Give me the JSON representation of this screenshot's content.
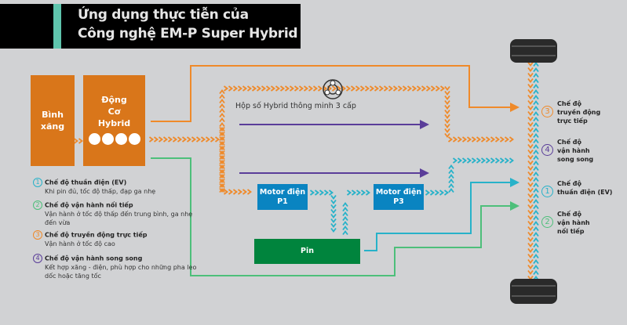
{
  "title": {
    "line1": "Ứng dụng thực tiễn của",
    "line2": "Công nghệ EM-P Super Hybrid"
  },
  "boxes": {
    "fuel_line1": "Bình",
    "fuel_line2": "xăng",
    "engine_line1": "Động",
    "engine_line2": "Cơ",
    "engine_line3": "Hybrid",
    "motor_p1_line1": "Motor điện",
    "motor_p1_line2": "P1",
    "motor_p3_line1": "Motor điện",
    "motor_p3_line2": "P3",
    "battery": "Pin"
  },
  "gearbox_label": "Hộp số Hybrid thông minh 3 cấp",
  "legend": [
    {
      "num": "1",
      "title": "Chế độ thuần điện (EV)",
      "desc": "Khi pin đủ, tốc độ thấp, đạp ga nhẹ",
      "color": "#27b2c9"
    },
    {
      "num": "2",
      "title": "Chế độ vận hành nối tiếp",
      "desc": "Vận hành ở tốc độ thấp đến trung bình, ga nhẹ đến vừa",
      "color": "#4dbf7a"
    },
    {
      "num": "3",
      "title": "Chế độ truyền động trực tiếp",
      "desc": "Vận hành ở tốc độ cao",
      "color": "#ef8a2a"
    },
    {
      "num": "4",
      "title": "Chế độ vận hành song song",
      "desc": "Kết hợp xăng - điện, phù hợp cho những pha leo dốc hoặc tăng tốc",
      "color": "#5a3d99"
    }
  ],
  "right_labels": [
    {
      "num": "3",
      "line1": "Chế độ",
      "line2": "truyền động",
      "line3": "trực tiếp",
      "color": "#ef8a2a"
    },
    {
      "num": "4",
      "line1": "Chế độ",
      "line2": "vận hành",
      "line3": "song song",
      "color": "#5a3d99"
    },
    {
      "num": "1",
      "line1": "Chế độ",
      "line2": "thuần điện (EV)",
      "line3": "",
      "color": "#27b2c9"
    },
    {
      "num": "2",
      "line1": "Chế độ",
      "line2": "vận hành",
      "line3": "nối tiếp",
      "color": "#4dbf7a"
    }
  ],
  "colors": {
    "orange": "#ef8a2a",
    "cyan": "#27b2c9",
    "green": "#4dbf7a",
    "purple": "#5a3d99",
    "box_orange": "#d9761a",
    "motor_blue": "#0a84c1",
    "battery_green": "#00843d"
  }
}
